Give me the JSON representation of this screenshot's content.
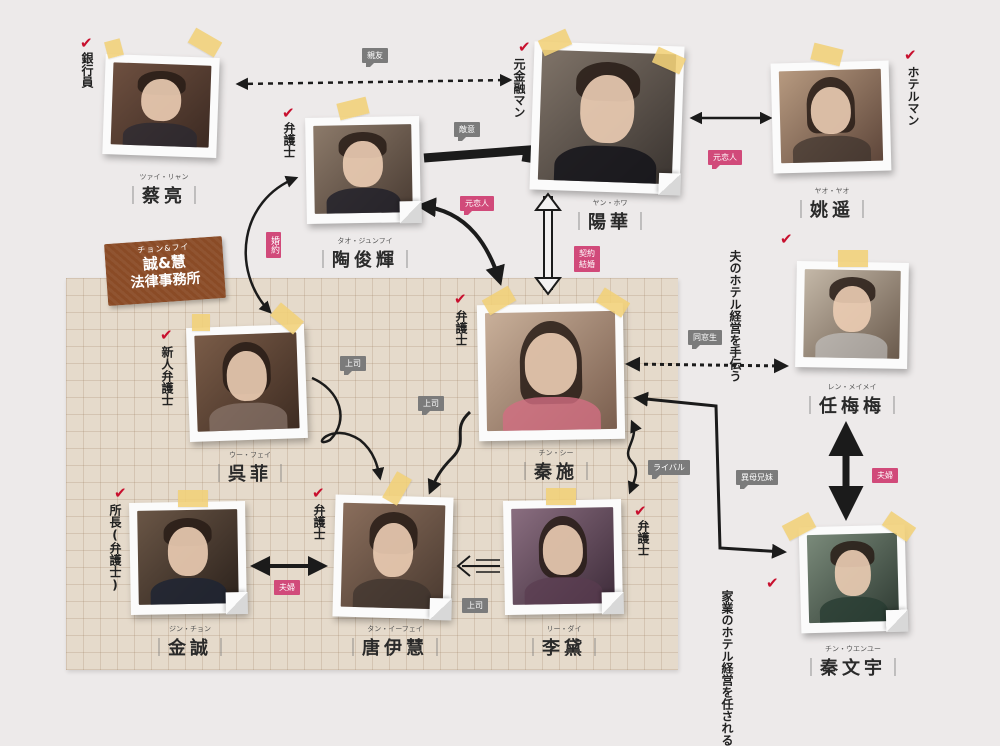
{
  "firm": {
    "ruby": "チョン&フイ",
    "line1": "誠&慧",
    "line2": "法律事務所"
  },
  "colors": {
    "check": "#c8102e",
    "gray_tag": "#7b7b7b",
    "pink_tag": "#d14a7a",
    "tape": "#f1d078",
    "grid_paper": "#e5dacb",
    "badge": "#8a4b26"
  },
  "characters": [
    {
      "id": "cai",
      "role": "銀行員",
      "ruby": "ツァイ・リャン",
      "name": "蔡亮"
    },
    {
      "id": "tao",
      "role": "弁護士",
      "ruby": "タオ・ジュンフイ",
      "name": "陶俊輝"
    },
    {
      "id": "yang",
      "role": "元金融マン",
      "ruby": "ヤン・ホワ",
      "name": "陽華"
    },
    {
      "id": "yao",
      "role": "ホテルマン",
      "ruby": "ヤオ・ヤオ",
      "name": "姚遥"
    },
    {
      "id": "ren",
      "role": "夫のホテル経営を手伝う",
      "ruby": "レン・メイメイ",
      "name": "任梅梅"
    },
    {
      "id": "qinshi",
      "role": "弁護士",
      "ruby": "チン・シー",
      "name": "秦施"
    },
    {
      "id": "wu",
      "role": "新人弁護士",
      "ruby": "ウー・フェイ",
      "name": "呉菲"
    },
    {
      "id": "jin",
      "role": "所長(弁護士)",
      "ruby": "ジン・チョン",
      "name": "金誠"
    },
    {
      "id": "tang",
      "role": "弁護士",
      "ruby": "タン・イーフェイ",
      "name": "唐伊慧"
    },
    {
      "id": "li",
      "role": "弁護士",
      "ruby": "リー・ダイ",
      "name": "李黛"
    },
    {
      "id": "qinwen",
      "role": "家業のホテル経営を任される",
      "ruby": "チン・ウエンユー",
      "name": "秦文宇"
    }
  ],
  "relations": {
    "shinyu": "親友",
    "tekii": "敵意",
    "motokoibito_1": "元恋人",
    "motokoibito_2": "元恋人",
    "konyaku": "婚約",
    "keiyaku_kekkon": "契約結婚",
    "dousousei": "同窓生",
    "joushi_1": "上司",
    "joushi_2": "上司",
    "joushi_3": "上司",
    "rival": "ライバル",
    "ibo_kyoudai": "異母兄妹",
    "fuufu_1": "夫婦",
    "fuufu_2": "夫婦"
  }
}
